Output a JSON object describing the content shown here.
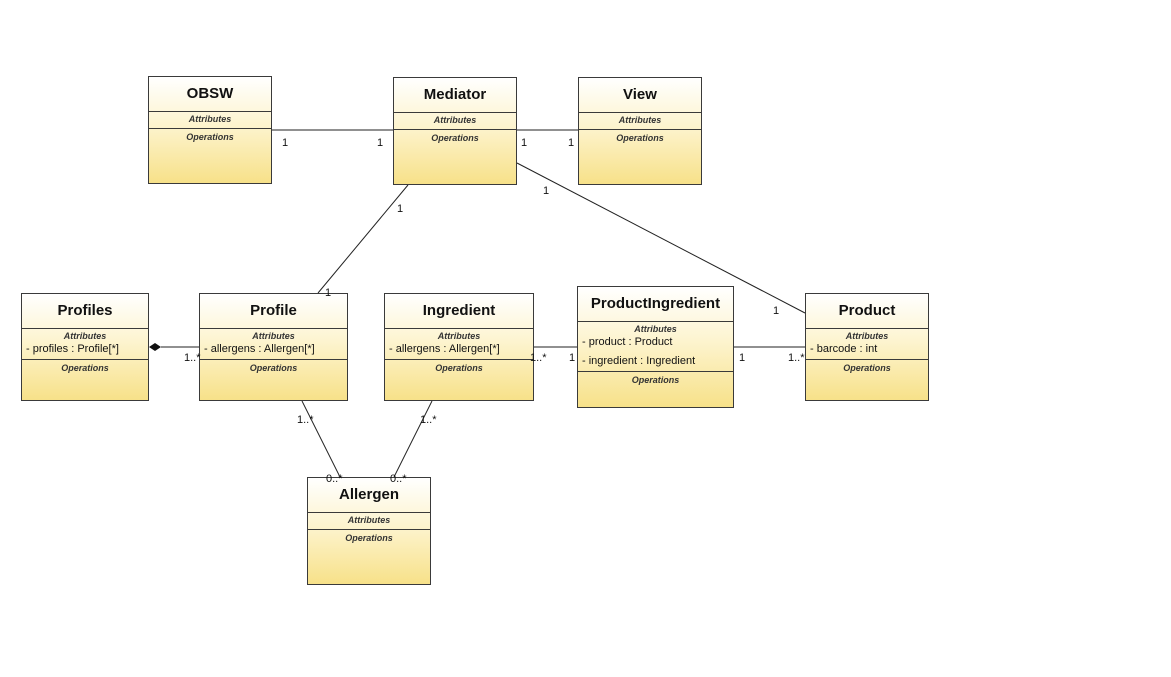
{
  "diagram": {
    "section_attributes": "Attributes",
    "section_operations": "Operations",
    "classes": {
      "obsw": {
        "name": "OBSW",
        "attributes": []
      },
      "mediator": {
        "name": "Mediator",
        "attributes": []
      },
      "view": {
        "name": "View",
        "attributes": []
      },
      "profiles": {
        "name": "Profiles",
        "attributes": [
          "- profiles : Profile[*]"
        ]
      },
      "profile": {
        "name": "Profile",
        "attributes": [
          "- allergens : Allergen[*]"
        ]
      },
      "ingredient": {
        "name": "Ingredient",
        "attributes": [
          "- allergens : Allergen[*]"
        ]
      },
      "productingredient": {
        "name": "ProductIngredient",
        "attributes": [
          "- product : Product",
          "- ingredient : Ingredient"
        ]
      },
      "product": {
        "name": "Product",
        "attributes": [
          "- barcode : int"
        ]
      },
      "allergen": {
        "name": "Allergen",
        "attributes": []
      }
    },
    "associations": [
      {
        "from": "obsw",
        "to": "mediator",
        "from_mult": "1",
        "to_mult": "1"
      },
      {
        "from": "mediator",
        "to": "view",
        "from_mult": "1",
        "to_mult": "1"
      },
      {
        "from": "mediator",
        "to": "profile",
        "from_mult": "1",
        "to_mult": "1"
      },
      {
        "from": "mediator",
        "to": "product",
        "from_mult": "1",
        "to_mult": "1"
      },
      {
        "from": "profiles",
        "to": "profile",
        "kind": "composition",
        "to_mult": "1..*"
      },
      {
        "from": "ingredient",
        "to": "productingredient",
        "from_mult": "1..*",
        "to_mult": "1"
      },
      {
        "from": "productingredient",
        "to": "product",
        "from_mult": "1",
        "to_mult": "1..*"
      },
      {
        "from": "profile",
        "to": "allergen",
        "from_mult": "1..*",
        "to_mult": "0..*"
      },
      {
        "from": "ingredient",
        "to": "allergen",
        "from_mult": "1..*",
        "to_mult": "0..*"
      }
    ]
  }
}
